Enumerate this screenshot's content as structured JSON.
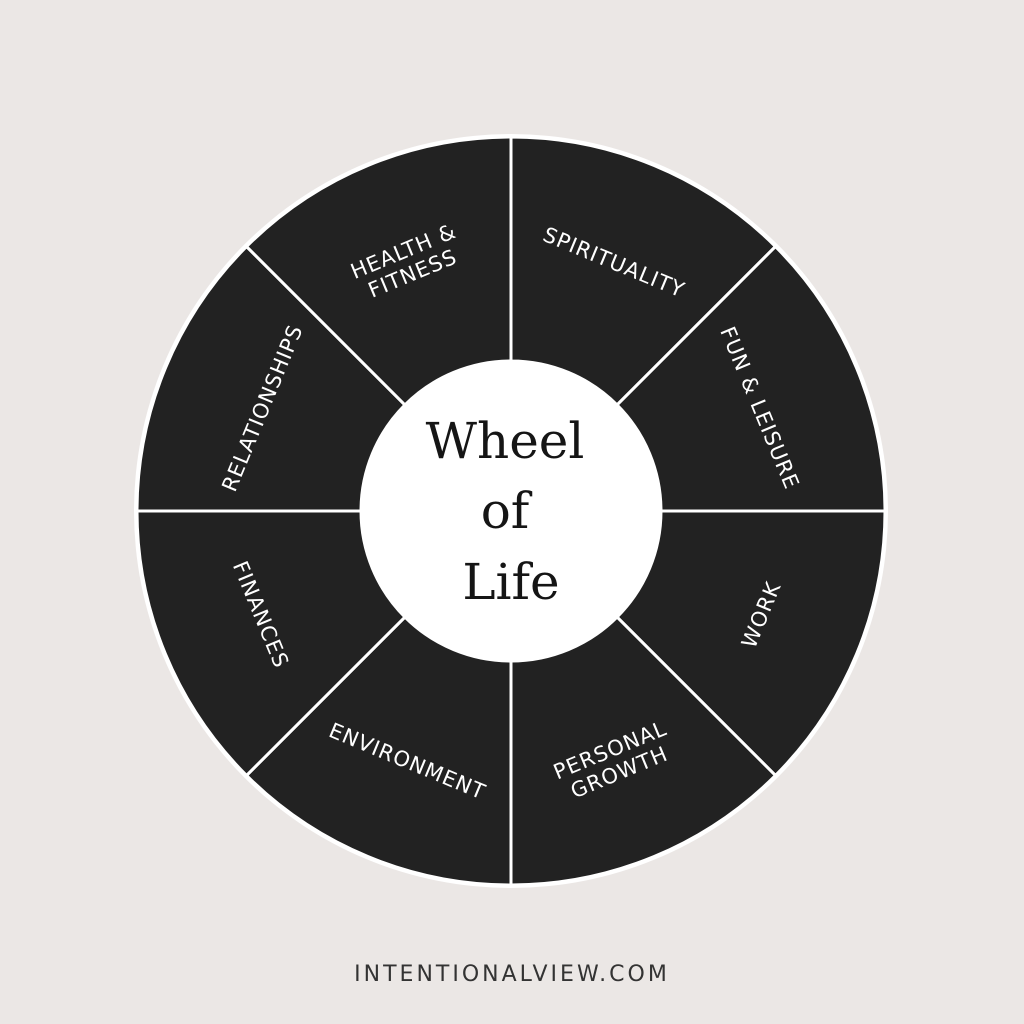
{
  "colors": {
    "background": "#ebe7e5",
    "segment_fill": "#222222",
    "divider": "#ffffff",
    "center_fill": "#ffffff",
    "label_text": "#ffffff",
    "title_text": "#151515",
    "footer_text": "#333333"
  },
  "center": {
    "title_lines": [
      "Wheel",
      "of",
      "Life"
    ]
  },
  "segments": [
    {
      "id": "spirituality",
      "lines": [
        "SPIRITUALITY"
      ]
    },
    {
      "id": "fun-leisure",
      "lines": [
        "FUN & LEISURE"
      ]
    },
    {
      "id": "work",
      "lines": [
        "WORK"
      ]
    },
    {
      "id": "personal-growth",
      "lines": [
        "PERSONAL",
        "GROWTH"
      ]
    },
    {
      "id": "environment",
      "lines": [
        "ENVIRONMENT"
      ]
    },
    {
      "id": "finances",
      "lines": [
        "FINANCES"
      ]
    },
    {
      "id": "relationships",
      "lines": [
        "RELATIONSHIPS"
      ]
    },
    {
      "id": "health-fitness",
      "lines": [
        "HEALTH &",
        "FITNESS"
      ]
    }
  ],
  "footer": {
    "text": "INTENTIONALVIEW.COM"
  }
}
